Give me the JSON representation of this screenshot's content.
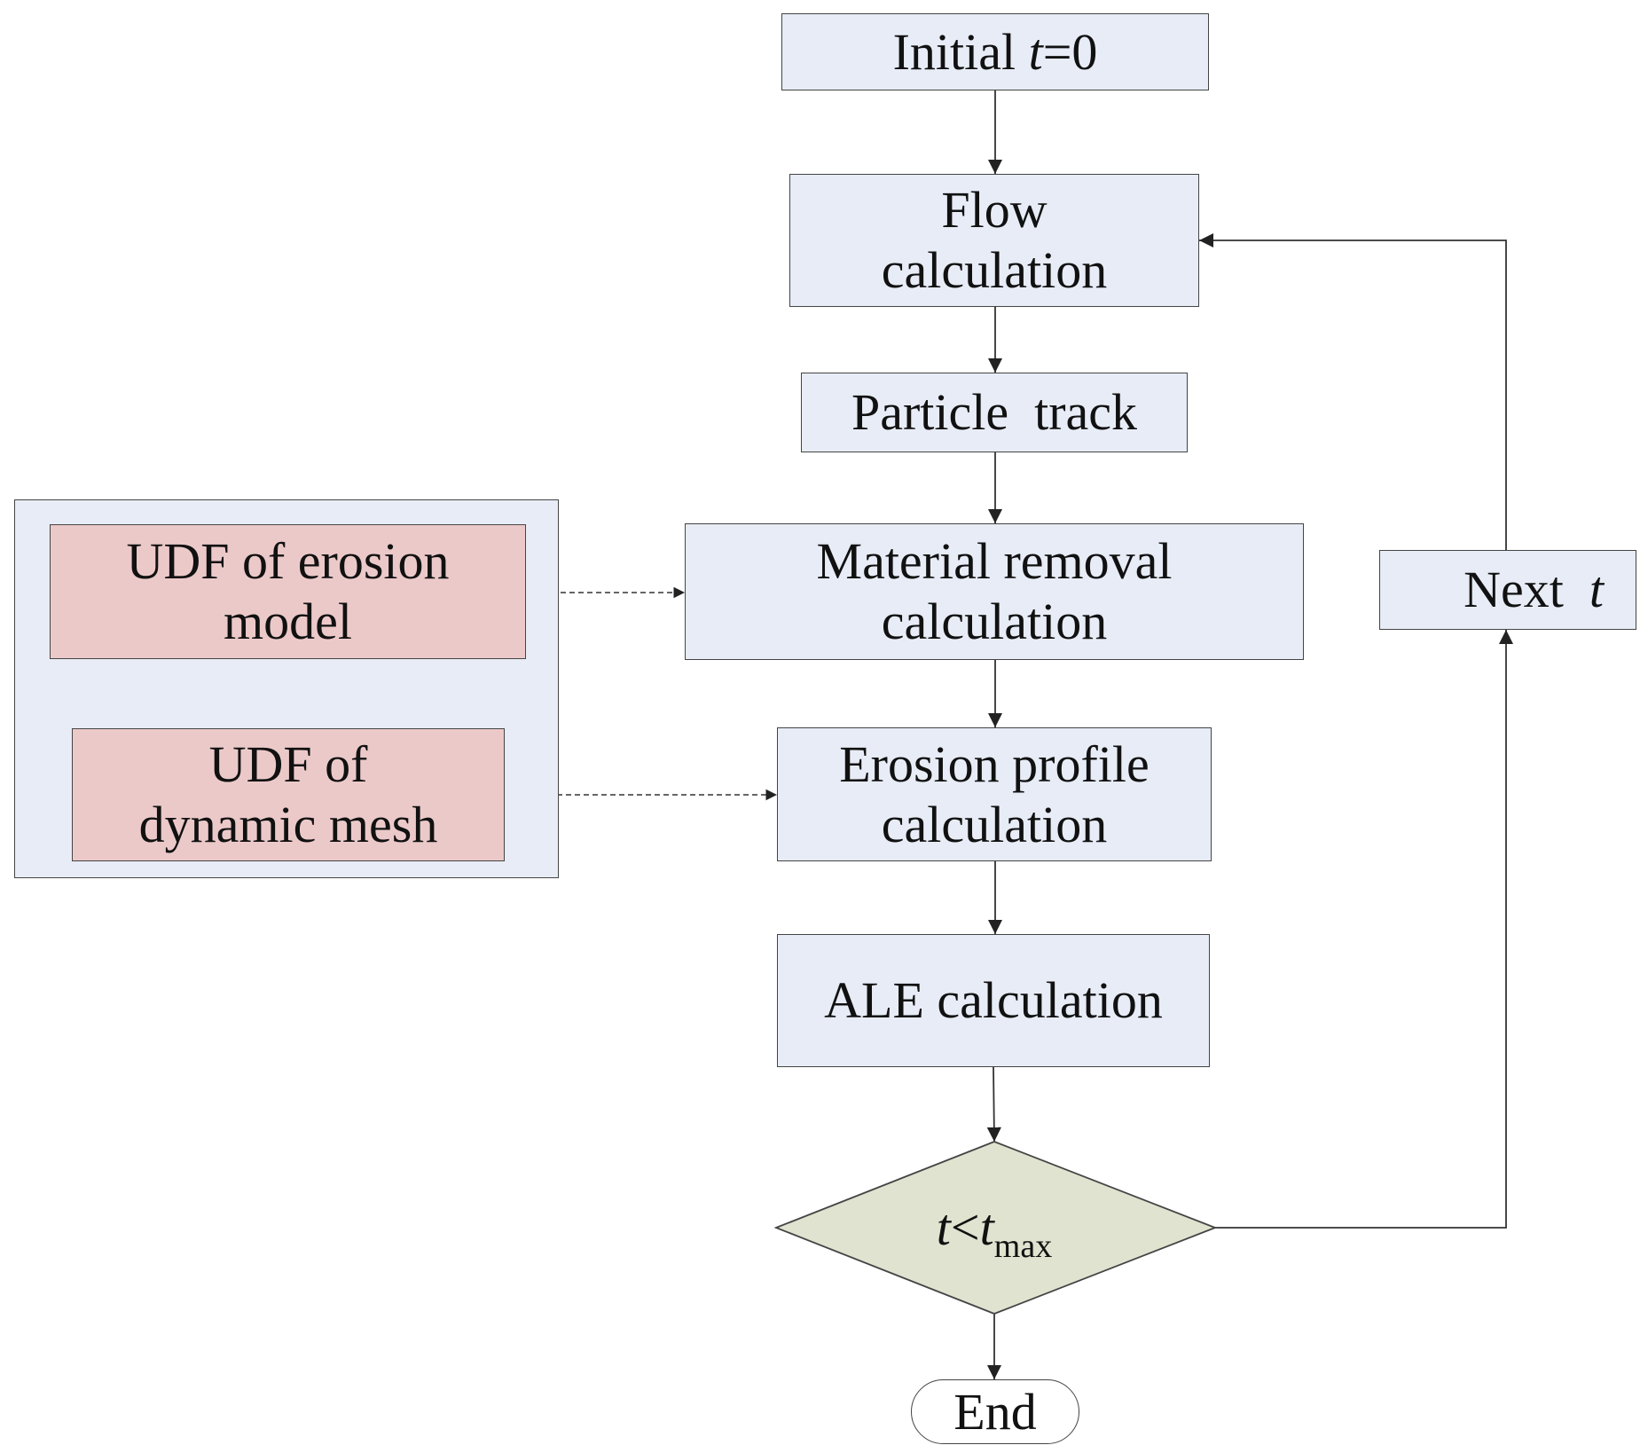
{
  "nodes": {
    "initial": {
      "prefix": "Initial ",
      "var": "t",
      "suffix": "=0"
    },
    "flow": {
      "line1": "Flow",
      "line2": "calculation"
    },
    "particle": {
      "label": "Particle  track"
    },
    "material": {
      "line1": "Material removal",
      "line2": "calculation"
    },
    "profile": {
      "line1": "Erosion profile",
      "line2": "calculation"
    },
    "ale": {
      "label": "ALE calculation"
    },
    "decision": {
      "var": "t",
      "op": "<",
      "var2": "t",
      "sub": "max"
    },
    "end": {
      "label": "End"
    },
    "next": {
      "prefix": "Next  ",
      "var": "t"
    },
    "udf_erosion": {
      "line1": "UDF of erosion",
      "line2": "model"
    },
    "udf_mesh": {
      "line1": "UDF of",
      "line2": "dynamic mesh"
    }
  },
  "colors": {
    "process_fill": "#e7ecf6",
    "udf_fill": "#ecc9c9",
    "decision_fill": "#dfe3cf",
    "line": "#333333"
  }
}
